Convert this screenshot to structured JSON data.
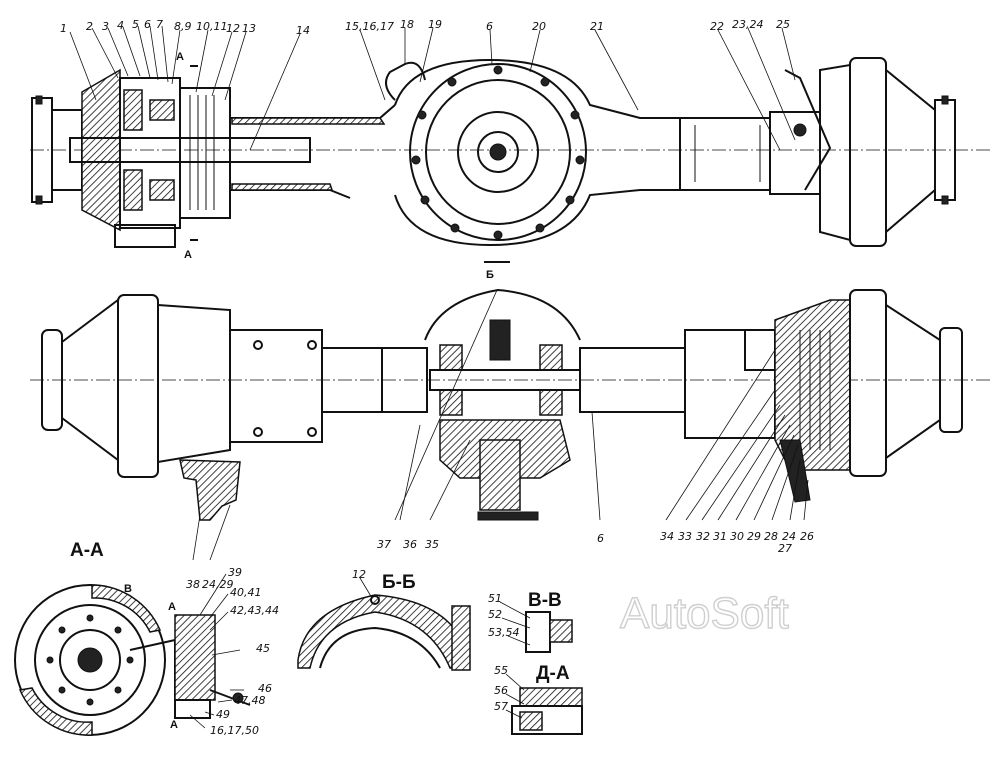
{
  "watermark": "AutoSoft",
  "section_titles": {
    "aa": "А-А",
    "bb": "Б-Б",
    "vv": "В-В",
    "dd": "Д-А"
  },
  "cut_marks": {
    "a_top": "А",
    "a_bottom": "А",
    "b_mid": "Б",
    "v": "В",
    "aa_a_top": "А",
    "aa_a_bottom": "А"
  },
  "top_labels": [
    "1",
    "2",
    "3",
    "4",
    "5",
    "6",
    "7",
    "8,9",
    "10,11",
    "12",
    "13",
    "14",
    "15,16,17",
    "18",
    "19",
    "6",
    "20",
    "21",
    "22",
    "23,24",
    "25"
  ],
  "bottom_labels": [
    "37",
    "36",
    "35",
    "6",
    "34",
    "33",
    "32",
    "31",
    "30",
    "29",
    "28",
    "24",
    "27",
    "26",
    "38",
    "24,29"
  ],
  "aa_labels": [
    "39",
    "40,41",
    "42,43,44",
    "45",
    "46",
    "47,48",
    "49",
    "16,17,50"
  ],
  "bb_labels": [
    "12"
  ],
  "vv_labels": [
    "51",
    "52",
    "53,54",
    "55",
    "56",
    "57"
  ]
}
